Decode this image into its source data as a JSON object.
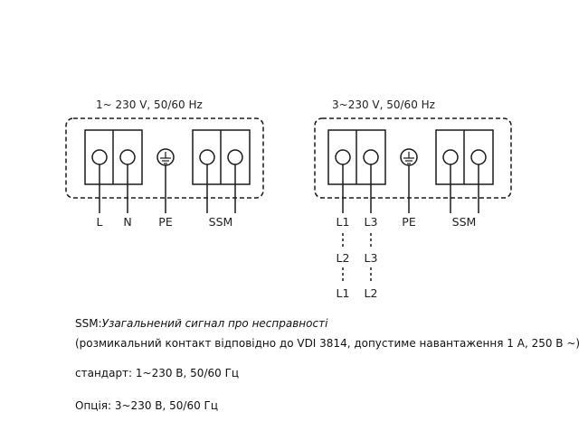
{
  "diagrams": [
    {
      "header": "1~ 230 V, 50/60 Hz",
      "terminal_labels": [
        "L",
        "N",
        "PE",
        "SSM"
      ]
    },
    {
      "header": "3~230 V, 50/60 Hz",
      "terminal_labels": [
        "L1",
        "L3",
        "PE",
        "SSM"
      ],
      "alt_rows": [
        [
          "L2",
          "L3"
        ],
        [
          "L1",
          "L2"
        ]
      ]
    }
  ],
  "notes": {
    "ssm_prefix": "SSM:",
    "ssm_desc": "Узагальнений сигнал про несправності",
    "ssm_contact": "(розмикальний контакт відповідно до VDI 3814, допустиме навантаження 1 А, 250 В ~)",
    "standard": "стандарт: 1~230 В, 50/60 Гц",
    "option": "Опція: 3~230 В, 50/60 Гц"
  },
  "colors": {
    "line": "#1a1a1a",
    "text": "#111111"
  }
}
